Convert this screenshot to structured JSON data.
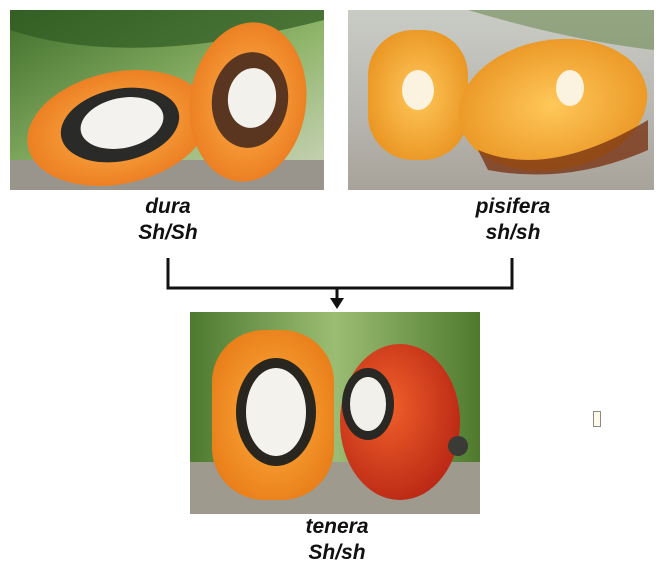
{
  "parents": {
    "left": {
      "name": "dura",
      "genotype": "Sh/Sh"
    },
    "right": {
      "name": "pisifera",
      "genotype": "sh/sh"
    }
  },
  "offspring": {
    "name": "tenera",
    "genotype": "Sh/sh"
  },
  "colors": {
    "mesocarp_orange": "#f2942a",
    "shell_dark": "#2c2a26",
    "kernel_white": "#f2f1ec",
    "background_green": "#5f8a3c",
    "arrow": "#111111"
  }
}
